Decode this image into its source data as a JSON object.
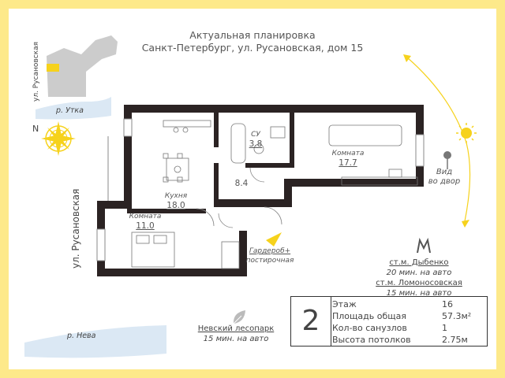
{
  "header": {
    "title_line1": "Актуальная планировка",
    "title_line2": "Санкт-Петербург, ул. Русановская, дом 15"
  },
  "map": {
    "street_top": "ул. Русановская",
    "street_main": "ул. Русановская",
    "river_top": "р. Утка",
    "river_bottom": "р. Нева",
    "compass": "N"
  },
  "rooms": [
    {
      "name": "СУ",
      "area": "3.8"
    },
    {
      "name": "Комната",
      "area": "17.7"
    },
    {
      "name": "Кухня",
      "area": "18.0"
    },
    {
      "name": "",
      "area": "8.4"
    },
    {
      "name": "Комната",
      "area": "11.0"
    }
  ],
  "wardrobe": {
    "line1": "Гардероб+",
    "line2": "постирочная"
  },
  "view": {
    "line1": "Вид",
    "line2": "во двор"
  },
  "metro": [
    {
      "station": "ст.м. Дыбенко",
      "time": "20 мин. на авто"
    },
    {
      "station": "ст.м. Ломоносовская",
      "time": "15 мин. на авто"
    }
  ],
  "park": {
    "name": "Невский лесопарк",
    "time": "15 мин. на авто"
  },
  "info": {
    "rooms_count": "2",
    "rows": [
      {
        "label": "Этаж",
        "value": "16"
      },
      {
        "label": "Площадь общая",
        "value": "57.3м²"
      },
      {
        "label": "Кол-во санузлов",
        "value": "1"
      },
      {
        "label": "Высота потолков",
        "value": "2.75м"
      }
    ]
  },
  "colors": {
    "frame": "#fde98a",
    "accent": "#f6d21c",
    "wall": "#2b2323",
    "water": "#d8e6f3"
  }
}
